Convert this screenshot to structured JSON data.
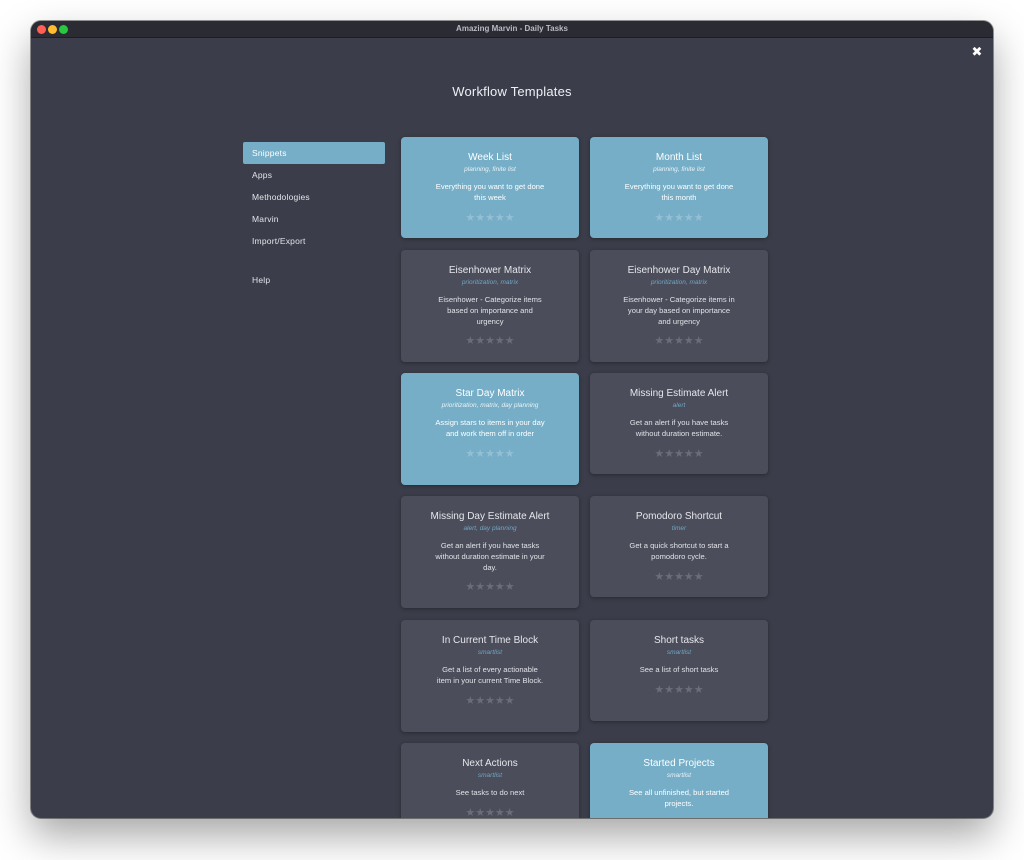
{
  "window": {
    "title": "Amazing Marvin - Daily Tasks"
  },
  "close_label": "✖",
  "page_title": "Workflow Templates",
  "sidebar": {
    "items": [
      {
        "label": "Snippets"
      },
      {
        "label": "Apps"
      },
      {
        "label": "Methodologies"
      },
      {
        "label": "Marvin"
      },
      {
        "label": "Import/Export"
      }
    ],
    "help": {
      "label": "Help"
    },
    "selected": "Snippets"
  },
  "stars_glyph": "★★★★★",
  "cards": [
    {
      "title": "Week List",
      "tags": "planning, finite list",
      "desc": "Everything you want to get done this week",
      "style": "blue"
    },
    {
      "title": "Month List",
      "tags": "planning, finite list",
      "desc": "Everything you want to get done this month",
      "style": "blue"
    },
    {
      "title": "Eisenhower Matrix",
      "tags": "prioritization, matrix",
      "desc": "Eisenhower - Categorize items based on importance and urgency",
      "style": "dark"
    },
    {
      "title": "Eisenhower Day Matrix",
      "tags": "prioritization, matrix",
      "desc": "Eisenhower - Categorize items in your day based on importance and urgency",
      "style": "dark"
    },
    {
      "title": "Star Day Matrix",
      "tags": "prioritization, matrix, day planning",
      "desc": "Assign stars to items in your day and work them off in order",
      "style": "blue"
    },
    {
      "title": "Missing Estimate Alert",
      "tags": "alert",
      "desc": "Get an alert if you have tasks without duration estimate.",
      "style": "dark"
    },
    {
      "title": "Missing Day Estimate Alert",
      "tags": "alert, day planning",
      "desc": "Get an alert if you have tasks without duration estimate in your day.",
      "style": "dark"
    },
    {
      "title": "Pomodoro Shortcut",
      "tags": "timer",
      "desc": "Get a quick shortcut to start a pomodoro cycle.",
      "style": "dark"
    },
    {
      "title": "In Current Time Block",
      "tags": "smartlist",
      "desc": "Get a list of every actionable item in your current Time Block.",
      "style": "dark"
    },
    {
      "title": "Short tasks",
      "tags": "smartlist",
      "desc": "See a list of short tasks",
      "style": "dark"
    },
    {
      "title": "Next Actions",
      "tags": "smartlist",
      "desc": "See tasks to do next",
      "style": "dark"
    },
    {
      "title": "Started Projects",
      "tags": "smartlist",
      "desc": "See all unfinished, but started projects.",
      "style": "blue"
    }
  ],
  "colors": {
    "window_bg": "#3b3d4a",
    "card_dark": "#4b4d5a",
    "accent_blue": "#76aec7",
    "tag_blue": "#6fa7c4"
  }
}
